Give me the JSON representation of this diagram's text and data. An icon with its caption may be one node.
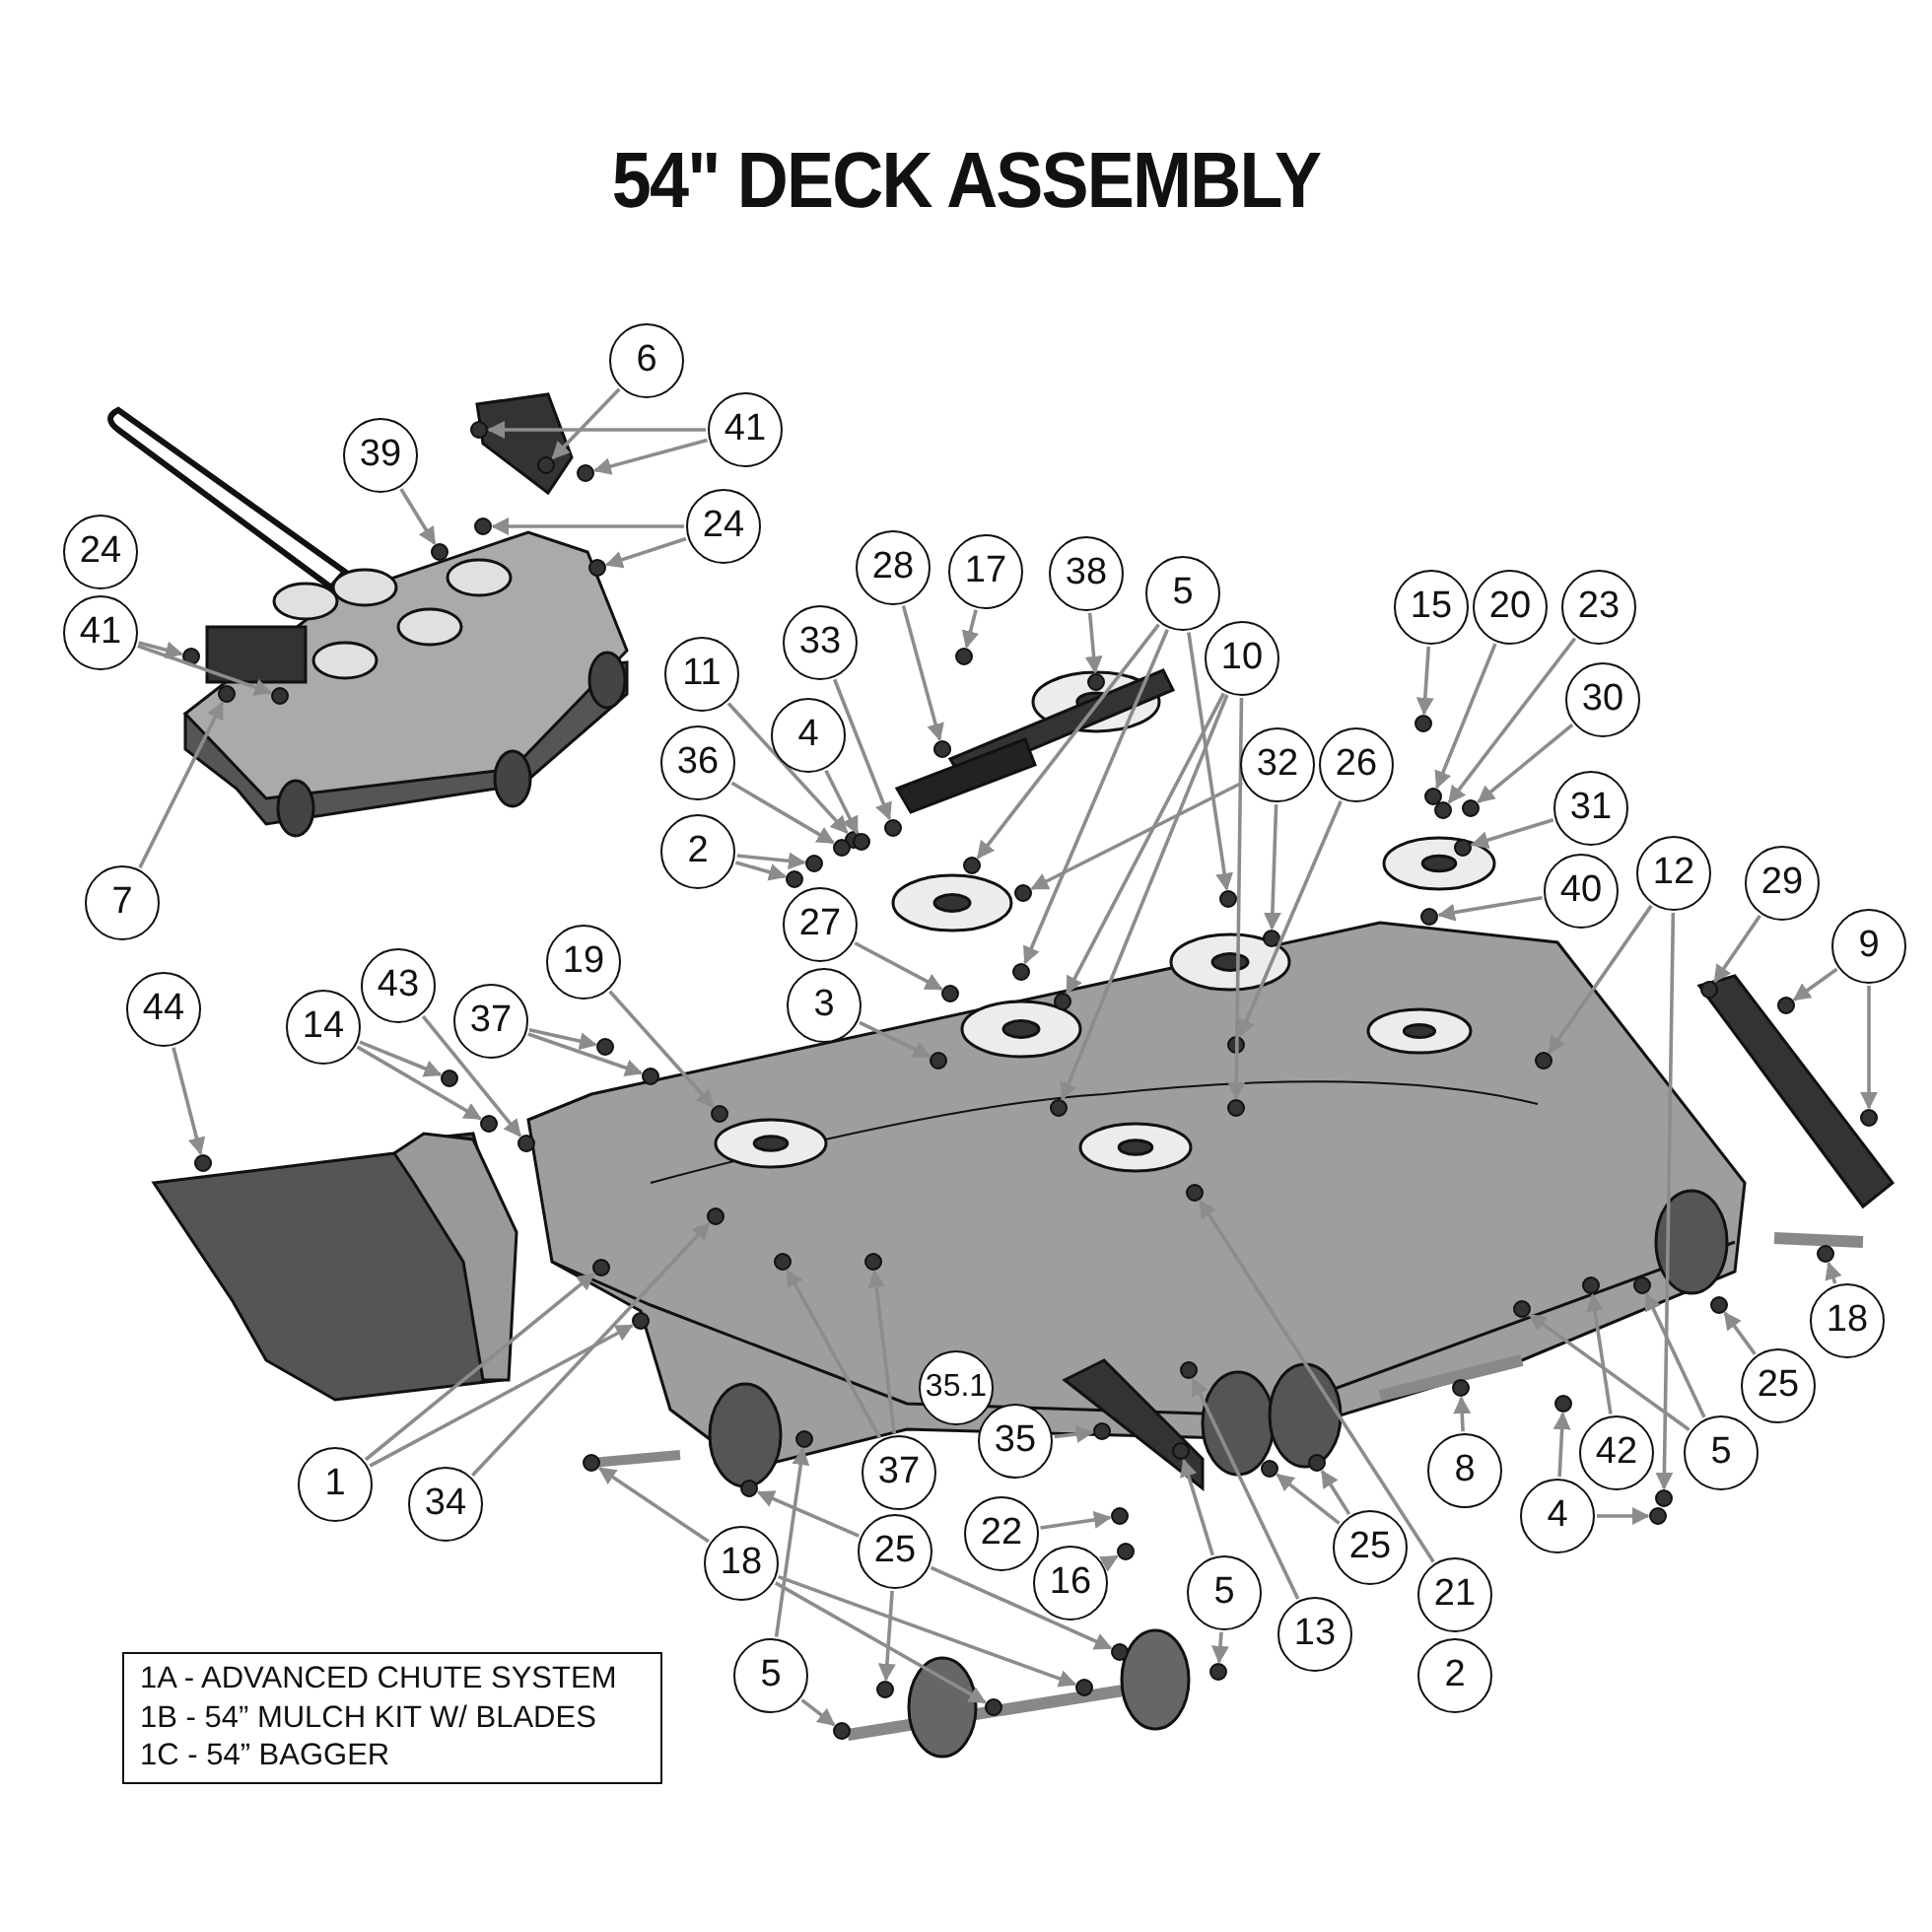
{
  "diagram": {
    "title": "54\" DECK ASSEMBLY",
    "nodes": [
      {
        "text": [
          "6"
        ]
      },
      {
        "text": [
          "41"
        ]
      },
      {
        "text": [
          "39"
        ]
      },
      {
        "text": [
          "24"
        ]
      },
      {
        "text": [
          "24"
        ]
      },
      {
        "text": [
          "41"
        ]
      },
      {
        "text": [
          "11"
        ]
      },
      {
        "text": [
          "7"
        ]
      },
      {
        "text": [
          "28"
        ]
      },
      {
        "text": [
          "17"
        ]
      },
      {
        "text": [
          "38"
        ]
      },
      {
        "text": [
          "5"
        ]
      },
      {
        "text": [
          "10"
        ]
      },
      {
        "text": [
          "33"
        ]
      },
      {
        "text": [
          "4"
        ]
      },
      {
        "text": [
          "36"
        ]
      },
      {
        "text": [
          "2"
        ]
      },
      {
        "text": [
          "15"
        ]
      },
      {
        "text": [
          "20"
        ]
      },
      {
        "text": [
          "23"
        ]
      },
      {
        "text": [
          "30"
        ]
      },
      {
        "text": [
          "32"
        ]
      },
      {
        "text": [
          "26"
        ]
      },
      {
        "text": [
          "31"
        ]
      },
      {
        "text": [
          "27"
        ]
      },
      {
        "text": [
          "3"
        ]
      },
      {
        "text": [
          "40"
        ]
      },
      {
        "text": [
          "12"
        ]
      },
      {
        "text": [
          "29"
        ]
      },
      {
        "text": [
          "9"
        ]
      },
      {
        "text": [
          "44"
        ]
      },
      {
        "text": [
          "14"
        ]
      },
      {
        "text": [
          "43"
        ]
      },
      {
        "text": [
          "37"
        ]
      },
      {
        "text": [
          "19"
        ]
      },
      {
        "text": [
          "1"
        ]
      },
      {
        "text": [
          "34"
        ]
      },
      {
        "text": [
          "35.1"
        ]
      },
      {
        "text": [
          "35"
        ]
      },
      {
        "text": [
          "37"
        ]
      },
      {
        "text": [
          "22"
        ]
      },
      {
        "text": [
          "16"
        ]
      },
      {
        "text": [
          "25"
        ]
      },
      {
        "text": [
          "18"
        ]
      },
      {
        "text": [
          "5"
        ]
      },
      {
        "text": [
          "5"
        ]
      },
      {
        "text": [
          "13"
        ]
      },
      {
        "text": [
          "25"
        ]
      },
      {
        "text": [
          "21"
        ]
      },
      {
        "text": [
          "2"
        ]
      },
      {
        "text": [
          "8"
        ]
      },
      {
        "text": [
          "4"
        ]
      },
      {
        "text": [
          "42"
        ]
      },
      {
        "text": [
          "5"
        ]
      },
      {
        "text": [
          "25"
        ]
      },
      {
        "text": [
          "18"
        ]
      },
      {
        "text": [
          "1A - ADVANCED CHUTE SYSTEM",
          "1B - 54” MULCH KIT W/ BLADES",
          "1C - 54” BAGGER"
        ]
      },
      {
        "text": [],
        "shape": "picture"
      },
      {
        "text": [],
        "shape": "circle"
      },
      {
        "text": [],
        "shape": "circle"
      },
      {
        "text": [],
        "shape": "circle"
      },
      {
        "text": [],
        "shape": "circle",
        "in": 57
      },
      {
        "text": [],
        "shape": "circle"
      },
      {
        "text": [],
        "shape": "circle",
        "in": 57
      },
      {
        "text": [],
        "shape": "circle",
        "in": 57
      },
      {
        "text": [],
        "shape": "circle",
        "in": 57
      },
      {
        "text": [],
        "shape": "circle"
      },
      {
        "text": [],
        "shape": "circle",
        "in": 57
      },
      {
        "text": [],
        "shape": "circle"
      },
      {
        "text": [],
        "shape": "circle"
      },
      {
        "text": [],
        "shape": "circle"
      },
      {
        "text": [],
        "shape": "circle"
      },
      {
        "text": [],
        "shape": "circle"
      },
      {
        "text": [],
        "shape": "circle"
      },
      {
        "text": [],
        "shape": "circle"
      },
      {
        "text": [],
        "shape": "circle"
      },
      {
        "text": [],
        "shape": "circle"
      },
      {
        "text": [],
        "shape": "circle"
      },
      {
        "text": [],
        "shape": "circle"
      },
      {
        "text": [],
        "shape": "circle"
      },
      {
        "text": [],
        "shape": "circle"
      },
      {
        "text": [],
        "shape": "circle"
      },
      {
        "text": [],
        "shape": "circle"
      },
      {
        "text": [],
        "shape": "circle"
      },
      {
        "text": [],
        "shape": "circle"
      },
      {
        "text": [],
        "shape": "circle"
      },
      {
        "text": [],
        "shape": "circle"
      },
      {
        "text": [],
        "shape": "circle"
      },
      {
        "text": [],
        "shape": "circle"
      },
      {
        "text": [],
        "shape": "circle"
      },
      {
        "text": [],
        "shape": "circle"
      },
      {
        "text": [],
        "shape": "circle"
      },
      {
        "text": [],
        "shape": "circle"
      },
      {
        "text": [],
        "shape": "circle"
      },
      {
        "text": [],
        "shape": "circle"
      },
      {
        "text": [],
        "shape": "circle"
      },
      {
        "text": [],
        "shape": "circle"
      },
      {
        "text": [],
        "shape": "circle"
      },
      {
        "text": [],
        "shape": "circle"
      },
      {
        "text": [],
        "shape": "circle"
      },
      {
        "text": [],
        "shape": "circle"
      },
      {
        "text": [],
        "shape": "circle"
      },
      {
        "text": [],
        "shape": "circle"
      },
      {
        "text": [],
        "shape": "circle"
      },
      {
        "text": [],
        "shape": "circle"
      },
      {
        "text": [],
        "shape": "circle"
      },
      {
        "text": [],
        "shape": "circle"
      },
      {
        "text": [],
        "shape": "circle"
      },
      {
        "text": [],
        "shape": "circle"
      },
      {
        "text": [],
        "shape": "circle"
      },
      {
        "text": [],
        "shape": "circle"
      },
      {
        "text": [],
        "shape": "circle"
      },
      {
        "text": [],
        "shape": "circle"
      },
      {
        "text": [],
        "shape": "circle"
      },
      {
        "text": [],
        "shape": "circle"
      },
      {
        "text": [],
        "shape": "circle"
      },
      {
        "text": [],
        "shape": "circle"
      },
      {
        "text": [],
        "shape": "circle"
      },
      {
        "text": [],
        "shape": "circle"
      },
      {
        "text": [],
        "shape": "circle"
      },
      {
        "text": [],
        "shape": "circle"
      },
      {
        "text": [],
        "shape": "circle"
      },
      {
        "text": [],
        "shape": "circle"
      },
      {
        "text": [],
        "shape": "circle"
      },
      {
        "text": [],
        "shape": "circle"
      },
      {
        "text": [],
        "shape": "circle"
      },
      {
        "text": [],
        "shape": "circle"
      },
      {
        "text": [],
        "shape": "circle"
      },
      {
        "text": [],
        "shape": "circle"
      },
      {
        "text": [],
        "shape": "circle"
      },
      {
        "text": [],
        "shape": "circle"
      },
      {
        "text": [],
        "shape": "circle"
      },
      {
        "text": [],
        "shape": "circle"
      },
      {
        "text": [],
        "shape": "circle"
      },
      {
        "text": [],
        "shape": "circle"
      }
    ],
    "edges": [
      {
        "from": 0,
        "to": 58,
        "arrow": "to"
      },
      {
        "from": 1,
        "to": 59,
        "arrow": "to"
      },
      {
        "from": 1,
        "to": 60,
        "arrow": "to"
      },
      {
        "from": 2,
        "to": 61,
        "arrow": "to"
      },
      {
        "from": 3,
        "to": 62,
        "arrow": "to"
      },
      {
        "from": 3,
        "to": 63,
        "arrow": "to"
      },
      {
        "from": 5,
        "to": 64,
        "arrow": "to"
      },
      {
        "from": 5,
        "to": 65,
        "arrow": "to"
      },
      {
        "from": 6,
        "to": 66,
        "arrow": "to"
      },
      {
        "from": 7,
        "to": 67,
        "arrow": "to"
      },
      {
        "from": 8,
        "to": 68,
        "arrow": "to"
      },
      {
        "from": 9,
        "to": 69,
        "arrow": "to"
      },
      {
        "from": 10,
        "to": 70,
        "arrow": "to"
      },
      {
        "from": 11,
        "to": 71,
        "arrow": "to"
      },
      {
        "from": 11,
        "to": 72,
        "arrow": "to"
      },
      {
        "from": 11,
        "to": 73,
        "arrow": "to"
      },
      {
        "from": 12,
        "to": 74,
        "arrow": "to"
      },
      {
        "from": 12,
        "to": 75,
        "arrow": "to"
      },
      {
        "from": 12,
        "to": 76,
        "arrow": "to"
      },
      {
        "from": 13,
        "to": 77,
        "arrow": "to"
      },
      {
        "from": 14,
        "to": 78,
        "arrow": "to"
      },
      {
        "from": 15,
        "to": 79,
        "arrow": "to"
      },
      {
        "from": 16,
        "to": 80,
        "arrow": "to"
      },
      {
        "from": 16,
        "to": 81,
        "arrow": "to"
      },
      {
        "from": 17,
        "to": 82,
        "arrow": "to"
      },
      {
        "from": 18,
        "to": 83,
        "arrow": "to"
      },
      {
        "from": 19,
        "to": 84,
        "arrow": "to"
      },
      {
        "from": 20,
        "to": 85,
        "arrow": "to"
      },
      {
        "from": 21,
        "to": 86,
        "arrow": "to"
      },
      {
        "from": 21,
        "to": 87,
        "arrow": "to"
      },
      {
        "from": 22,
        "to": 88,
        "arrow": "to"
      },
      {
        "from": 23,
        "to": 89,
        "arrow": "to"
      },
      {
        "from": 24,
        "to": 90,
        "arrow": "to"
      },
      {
        "from": 25,
        "to": 91,
        "arrow": "to"
      },
      {
        "from": 26,
        "to": 92,
        "arrow": "to"
      },
      {
        "from": 27,
        "to": 93,
        "arrow": "to"
      },
      {
        "from": 27,
        "to": 94,
        "arrow": "to"
      },
      {
        "from": 28,
        "to": 95,
        "arrow": "to"
      },
      {
        "from": 29,
        "to": 96,
        "arrow": "to"
      },
      {
        "from": 29,
        "to": 97,
        "arrow": "to"
      },
      {
        "from": 30,
        "to": 98,
        "arrow": "to"
      },
      {
        "from": 31,
        "to": 99,
        "arrow": "to"
      },
      {
        "from": 31,
        "to": 100,
        "arrow": "to"
      },
      {
        "from": 32,
        "to": 101,
        "arrow": "to"
      },
      {
        "from": 33,
        "to": 102,
        "arrow": "to"
      },
      {
        "from": 33,
        "to": 103,
        "arrow": "to"
      },
      {
        "from": 34,
        "to": 104,
        "arrow": "to"
      },
      {
        "from": 35,
        "to": 105,
        "arrow": "to"
      },
      {
        "from": 35,
        "to": 106,
        "arrow": "to"
      },
      {
        "from": 36,
        "to": 107,
        "arrow": "to"
      },
      {
        "from": 38,
        "to": 108,
        "arrow": "to"
      },
      {
        "from": 39,
        "to": 109,
        "arrow": "to"
      },
      {
        "from": 39,
        "to": 110,
        "arrow": "to"
      },
      {
        "from": 40,
        "to": 111,
        "arrow": "to"
      },
      {
        "from": 41,
        "to": 112,
        "arrow": "to"
      },
      {
        "from": 42,
        "to": 113,
        "arrow": "to"
      },
      {
        "from": 42,
        "to": 114,
        "arrow": "to"
      },
      {
        "from": 42,
        "to": 115,
        "arrow": "to"
      },
      {
        "from": 43,
        "to": 116,
        "arrow": "to"
      },
      {
        "from": 43,
        "to": 117,
        "arrow": "to"
      },
      {
        "from": 43,
        "to": 118,
        "arrow": "to"
      },
      {
        "from": 44,
        "to": 119,
        "arrow": "to"
      },
      {
        "from": 44,
        "to": 120,
        "arrow": "to"
      },
      {
        "from": 45,
        "to": 121,
        "arrow": "to"
      },
      {
        "from": 45,
        "to": 122,
        "arrow": "to"
      },
      {
        "from": 46,
        "to": 123,
        "arrow": "to"
      },
      {
        "from": 47,
        "to": 124,
        "arrow": "to"
      },
      {
        "from": 47,
        "to": 125,
        "arrow": "to"
      },
      {
        "from": 48,
        "to": 126,
        "arrow": "to"
      },
      {
        "from": 50,
        "to": 127,
        "arrow": "to"
      },
      {
        "from": 51,
        "to": 128,
        "arrow": "to"
      },
      {
        "from": 51,
        "to": 129,
        "arrow": "to"
      },
      {
        "from": 52,
        "to": 130,
        "arrow": "to"
      },
      {
        "from": 53,
        "to": 131,
        "arrow": "to"
      },
      {
        "from": 53,
        "to": 132,
        "arrow": "to"
      },
      {
        "from": 54,
        "to": 133,
        "arrow": "to"
      },
      {
        "from": 55,
        "to": 134,
        "arrow": "to"
      }
    ]
  }
}
